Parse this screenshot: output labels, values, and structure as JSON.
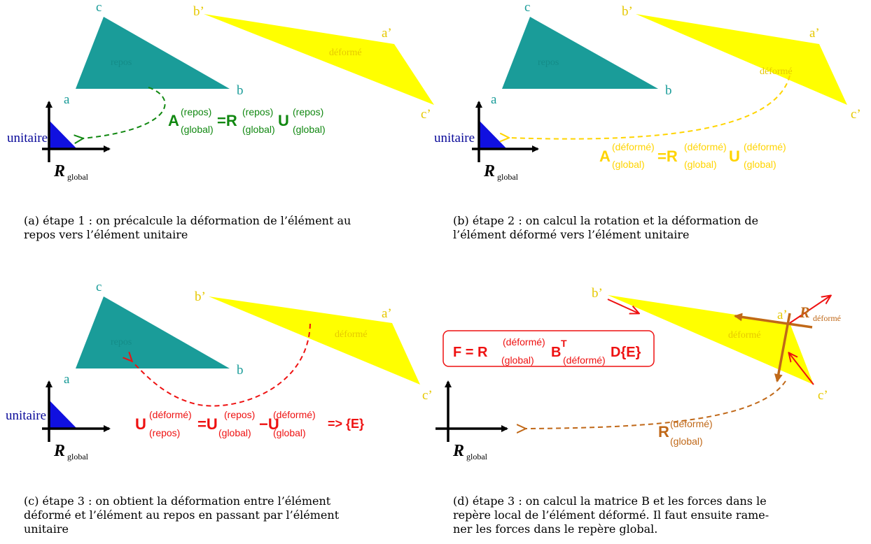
{
  "colors": {
    "teal": "#1a9c99",
    "yellow": "#ffff00",
    "yellow_label": "#e6c800",
    "green": "#118811",
    "red": "#ee1111",
    "orange": "#c06818",
    "blue": "#1010e0",
    "navy": "#0a0a99"
  },
  "panels": {
    "a": {
      "labels": {
        "c": "c",
        "a": "a",
        "b": "b",
        "bp": "b’",
        "ap": "a’",
        "cp": "c’",
        "repos": "repos",
        "deforme": "déformé",
        "unitaire": "unitaire",
        "R": "R",
        "global": "global"
      },
      "equation": {
        "A": "A",
        "A_sup": "(repos)",
        "A_sub": "(global)",
        "eq": "=R",
        "R_sup": "(repos)",
        "R_sub": "(global)",
        "U": "U",
        "U_sup": "(repos)",
        "U_sub": "(global)"
      },
      "caption": [
        "(a) étape 1 : on précalcule la déformation de l’élément au",
        "repos vers l’élément unitaire"
      ]
    },
    "b": {
      "labels": {
        "c": "c",
        "a": "a",
        "b": "b",
        "bp": "b’",
        "ap": "a’",
        "cp": "c’",
        "repos": "repos",
        "deforme": "déformé",
        "unitaire": "unitaire",
        "R": "R",
        "global": "global"
      },
      "equation": {
        "A": "A",
        "A_sup": "(déformé)",
        "A_sub": "(global)",
        "eq": "=R",
        "R_sup": "(déformé)",
        "R_sub": "(global)",
        "U": "U",
        "U_sup": "(déformé)",
        "U_sub": "(global)"
      },
      "caption": [
        "(b) étape 2 : on calcul la rotation et la déformation de",
        "l’élément déformé vers l’élément unitaire"
      ]
    },
    "c": {
      "labels": {
        "c": "c",
        "a": "a",
        "b": "b",
        "bp": "b’",
        "ap": "a’",
        "cp": "c’",
        "repos": "repos",
        "deforme": "déformé",
        "unitaire": "unitaire",
        "R": "R",
        "global": "global"
      },
      "equation": {
        "U1": "U",
        "U1_sup": "(déformé)",
        "U1_sub": "(repos)",
        "eq1": "=U",
        "U2_sup": "(repos)",
        "U2_sub": "(global)",
        "minus": "−U",
        "U3_sup": "(déformé)",
        "U3_sub": "(global)",
        "arrow": "=> {E}"
      },
      "caption": [
        "(c) étape 3 : on obtient la déformation entre l’élément",
        "déformé et l’élément au repos en passant par l’élément",
        "unitaire"
      ]
    },
    "d": {
      "labels": {
        "bp": "b’",
        "ap": "a’",
        "cp": "c’",
        "deforme": "déformé",
        "R": "R",
        "global": "global",
        "Rdef": "R",
        "Rdef_sub": "déformé"
      },
      "formula": {
        "F": "F = R",
        "R_sup": "(déformé)",
        "R_sub": "(global)",
        "B": "B",
        "B_sup": "T",
        "B_sub": "(déformé)",
        "D": "D{E}"
      },
      "rglobal": {
        "R": "R",
        "R_sup": "(déformé)",
        "R_sub": "(global)"
      },
      "caption": [
        "(d) étape 3 : on calcul la matrice B et les forces dans le",
        "repère local de l’élément déformé. Il faut ensuite rame-",
        "ner les forces dans le repère global."
      ]
    }
  }
}
